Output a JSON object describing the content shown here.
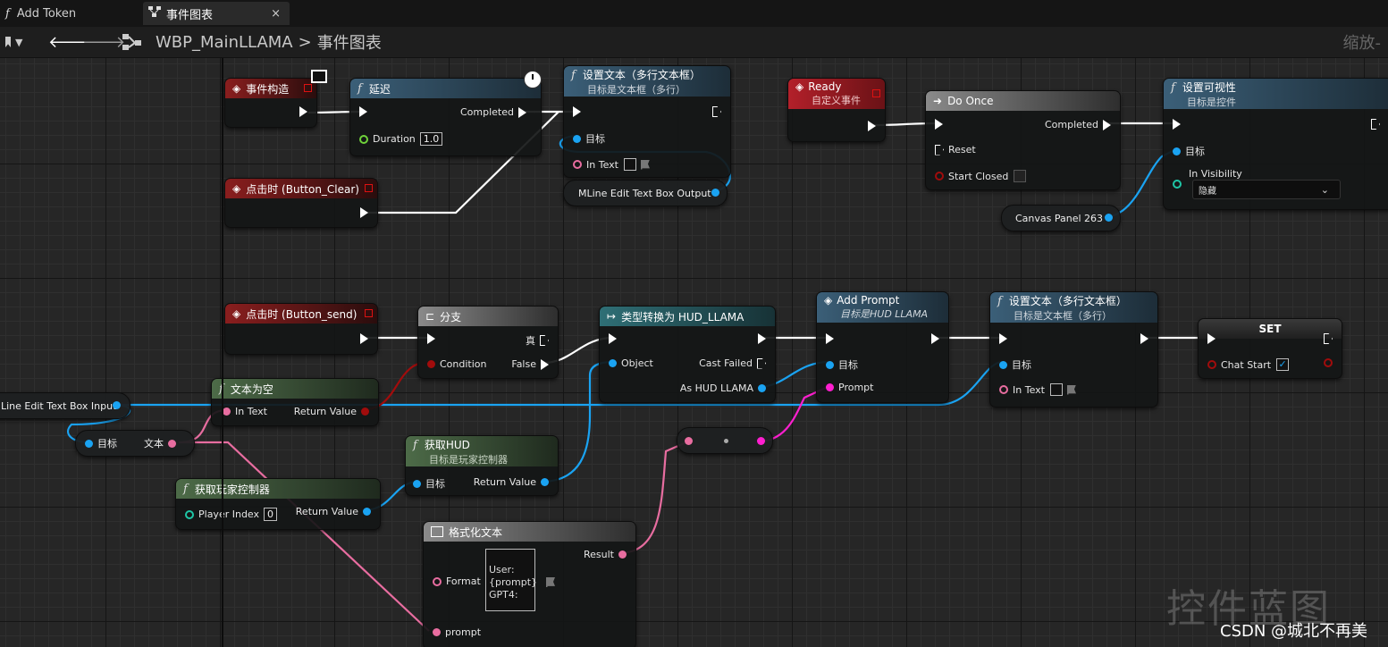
{
  "tabs": [
    {
      "label": "Add Token",
      "icon": "function-icon",
      "active": false
    },
    {
      "label": "事件图表",
      "icon": "graph-icon",
      "active": true,
      "close": "×"
    }
  ],
  "breadcrumb": {
    "blueprint": "WBP_MainLLAMA",
    "separator": ">",
    "graph": "事件图表"
  },
  "zoom_label": "缩放-",
  "nodes": {
    "event_construct": {
      "title": "事件构造"
    },
    "delay": {
      "title": "延迟",
      "completed": "Completed",
      "duration_label": "Duration",
      "duration_value": "1.0"
    },
    "set_text_1": {
      "title": "设置文本（多行文本框）",
      "subtitle": "目标是文本框（多行）",
      "target": "目标",
      "in_text": "In Text"
    },
    "mline_output": {
      "label": "MLine Edit Text Box Output"
    },
    "clear_click": {
      "title": "点击时 (Button_Clear)"
    },
    "ready": {
      "title": "Ready",
      "subtitle": "自定义事件"
    },
    "do_once": {
      "title": "Do Once",
      "completed": "Completed",
      "reset": "Reset",
      "start_closed": "Start Closed"
    },
    "set_visibility": {
      "title": "设置可视性",
      "subtitle": "目标是控件",
      "target": "目标",
      "in_visibility": "In Visibility",
      "visibility_value": "隐藏"
    },
    "canvas_panel": {
      "label": "Canvas Panel 263"
    },
    "send_click": {
      "title": "点击时 (Button_send)"
    },
    "branch": {
      "title": "分支",
      "true_label": "真",
      "condition": "Condition",
      "false_label": "False"
    },
    "cast": {
      "title": "类型转换为 HUD_LLAMA",
      "object": "Object",
      "cast_failed": "Cast Failed",
      "as_hud": "As HUD LLAMA"
    },
    "add_prompt": {
      "title": "Add Prompt",
      "subtitle": "目标是HUD LLAMA",
      "target": "目标",
      "prompt": "Prompt"
    },
    "set_text_2": {
      "title": "设置文本（多行文本框）",
      "subtitle": "目标是文本框（多行）",
      "target": "目标",
      "in_text": "In Text"
    },
    "set_chat": {
      "title": "SET",
      "chat_start": "Chat Start"
    },
    "text_empty": {
      "title": "文本为空",
      "in_text": "In Text",
      "return_value": "Return Value"
    },
    "input_var": {
      "label": "Line Edit Text Box Input"
    },
    "get_text": {
      "target": "目标",
      "text": "文本"
    },
    "get_hud": {
      "title": "获取HUD",
      "subtitle": "目标是玩家控制器",
      "target": "目标",
      "return_value": "Return Value"
    },
    "get_player_controller": {
      "title": "获取玩家控制器",
      "player_index": "Player Index",
      "index_value": "0",
      "return_value": "Return Value"
    },
    "format_text": {
      "title": "格式化文本",
      "result": "Result",
      "format": "Format",
      "format_value": "User:\n{prompt}\nGPT4:",
      "prompt": "prompt"
    }
  },
  "watermark": "控件蓝图",
  "credit": "CSDN @城北不再美",
  "colors": {
    "exec": "#ffffff",
    "object": "#1aa3f2",
    "text": "#e86da0",
    "bool": "#a10c0c",
    "string": "#ff1fd0"
  }
}
